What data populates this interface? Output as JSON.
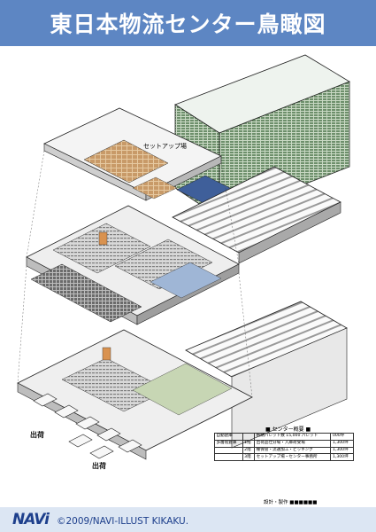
{
  "title": "東日本物流センター鳥瞰図",
  "labels": {
    "setup_room": "セットアップ場",
    "shipping_1": "出荷",
    "shipping_2": "出荷"
  },
  "spec_table": {
    "heading": "センター概要",
    "rows": [
      {
        "category": "自動倉庫",
        "floor": "",
        "content": "格納パレット数 15,000 パレット",
        "area": "000坪"
      },
      {
        "category": "多層階倉庫",
        "floor": "1階",
        "content": "出荷品仕分場・入庫荷受場",
        "area": "1,300坪"
      },
      {
        "category": "",
        "floor": "2階",
        "content": "棚保管・流通加工・ピッキング",
        "area": "1,300坪"
      },
      {
        "category": "",
        "floor": "3階",
        "content": "セットアップ場・センター事務所",
        "area": "1,300坪"
      }
    ],
    "credit": "設計・製作 ■■■■■■"
  },
  "footer": {
    "logo": "NAVi",
    "copyright": "©2009/NAVI-ILLUST KIKAKU."
  },
  "colors": {
    "title_bg": "#5d86c3",
    "footer_bg": "#dce6f3",
    "logo": "#1d3f8c"
  }
}
